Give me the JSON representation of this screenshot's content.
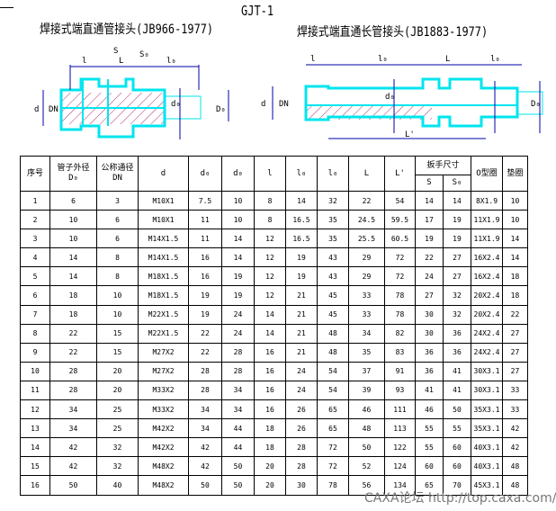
{
  "drawing_code": "GJT-1",
  "title_left": "焊接式端直通管接头(JB966-1977)",
  "title_right": "焊接式端直通长管接头(JB1883-1977)",
  "dim_labels": {
    "l": "l",
    "L": "L",
    "l0": "l₀",
    "S": "S",
    "S0": "S₀",
    "d": "d",
    "DN": "DN",
    "d0": "d₀",
    "D0": "D₀",
    "Lp": "L'"
  },
  "colors": {
    "outline": "#00e5ee",
    "hatch": "#b0307a",
    "dim": "#0000aa"
  },
  "table": {
    "headers": {
      "no": "序号",
      "pipe_od": "管子外径",
      "pipe_od_sym": "D₀",
      "dn": "公称通径",
      "dn_sym": "DN",
      "d": "d",
      "d0a": "d₀",
      "d0b": "d₀",
      "l": "l",
      "l0a": "l₀",
      "l0b": "l₀",
      "L": "L",
      "Lp": "L'",
      "wrench": "扳手尺寸",
      "S": "S",
      "S0": "S₀",
      "oring": "O型圈",
      "washer": "垫圈"
    },
    "rows": [
      [
        "1",
        "6",
        "3",
        "M10X1",
        "7.5",
        "10",
        "8",
        "14",
        "32",
        "22",
        "54",
        "14",
        "14",
        "8X1.9",
        "10"
      ],
      [
        "2",
        "10",
        "6",
        "M10X1",
        "11",
        "10",
        "8",
        "16.5",
        "35",
        "24.5",
        "59.5",
        "17",
        "19",
        "11X1.9",
        "10"
      ],
      [
        "3",
        "10",
        "6",
        "M14X1.5",
        "11",
        "14",
        "12",
        "16.5",
        "35",
        "25.5",
        "60.5",
        "19",
        "19",
        "11X1.9",
        "14"
      ],
      [
        "4",
        "14",
        "8",
        "M14X1.5",
        "16",
        "14",
        "12",
        "19",
        "43",
        "29",
        "72",
        "22",
        "27",
        "16X2.4",
        "14"
      ],
      [
        "5",
        "14",
        "8",
        "M18X1.5",
        "16",
        "19",
        "12",
        "19",
        "43",
        "29",
        "72",
        "24",
        "27",
        "16X2.4",
        "18"
      ],
      [
        "6",
        "18",
        "10",
        "M18X1.5",
        "19",
        "19",
        "12",
        "21",
        "45",
        "33",
        "78",
        "27",
        "32",
        "20X2.4",
        "18"
      ],
      [
        "7",
        "18",
        "10",
        "M22X1.5",
        "19",
        "24",
        "14",
        "21",
        "45",
        "33",
        "78",
        "30",
        "32",
        "20X2.4",
        "22"
      ],
      [
        "8",
        "22",
        "15",
        "M22X1.5",
        "22",
        "24",
        "14",
        "21",
        "48",
        "34",
        "82",
        "30",
        "36",
        "24X2.4",
        "27"
      ],
      [
        "9",
        "22",
        "15",
        "M27X2",
        "22",
        "28",
        "16",
        "21",
        "48",
        "35",
        "83",
        "36",
        "36",
        "24X2.4",
        "27"
      ],
      [
        "10",
        "28",
        "20",
        "M27X2",
        "28",
        "28",
        "16",
        "24",
        "54",
        "37",
        "91",
        "36",
        "41",
        "30X3.1",
        "27"
      ],
      [
        "11",
        "28",
        "20",
        "M33X2",
        "28",
        "34",
        "16",
        "24",
        "54",
        "39",
        "93",
        "41",
        "41",
        "30X3.1",
        "33"
      ],
      [
        "12",
        "34",
        "25",
        "M33X2",
        "34",
        "34",
        "16",
        "26",
        "65",
        "46",
        "111",
        "46",
        "50",
        "35X3.1",
        "33"
      ],
      [
        "13",
        "34",
        "25",
        "M42X2",
        "34",
        "44",
        "18",
        "26",
        "65",
        "48",
        "113",
        "55",
        "55",
        "35X3.1",
        "42"
      ],
      [
        "14",
        "42",
        "32",
        "M42X2",
        "42",
        "44",
        "18",
        "28",
        "72",
        "50",
        "122",
        "55",
        "60",
        "40X3.1",
        "42"
      ],
      [
        "15",
        "42",
        "32",
        "M48X2",
        "42",
        "50",
        "20",
        "28",
        "72",
        "52",
        "124",
        "60",
        "60",
        "40X3.1",
        "48"
      ],
      [
        "16",
        "50",
        "40",
        "M48X2",
        "50",
        "50",
        "20",
        "30",
        "78",
        "56",
        "134",
        "65",
        "70",
        "45X3.1",
        "48"
      ]
    ]
  },
  "watermark": "CAXA论坛 http://top.caxa.com/"
}
